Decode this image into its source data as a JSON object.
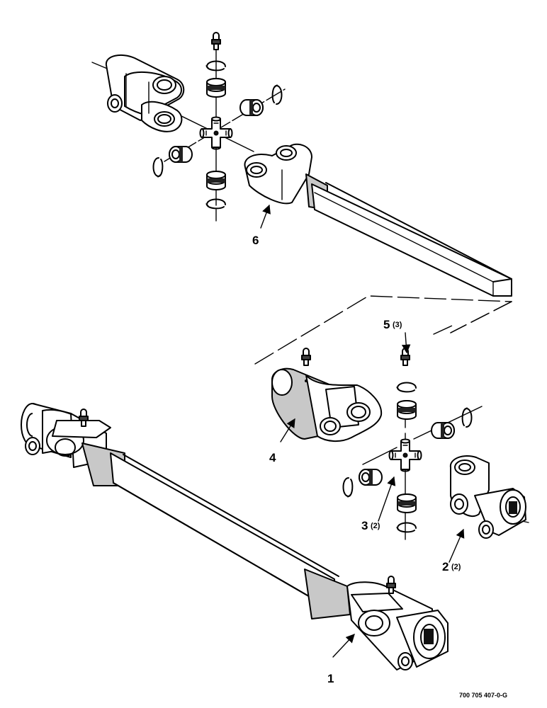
{
  "diagram": {
    "callouts": [
      {
        "id": "1",
        "label": "1",
        "qty": ""
      },
      {
        "id": "2",
        "label": "2",
        "qty": "(2)"
      },
      {
        "id": "3",
        "label": "3",
        "qty": "(2)"
      },
      {
        "id": "4",
        "label": "4",
        "qty": ""
      },
      {
        "id": "5",
        "label": "5",
        "qty": "(3)"
      },
      {
        "id": "6",
        "label": "6",
        "qty": ""
      }
    ],
    "document_id": "700 705 407-0-G"
  }
}
